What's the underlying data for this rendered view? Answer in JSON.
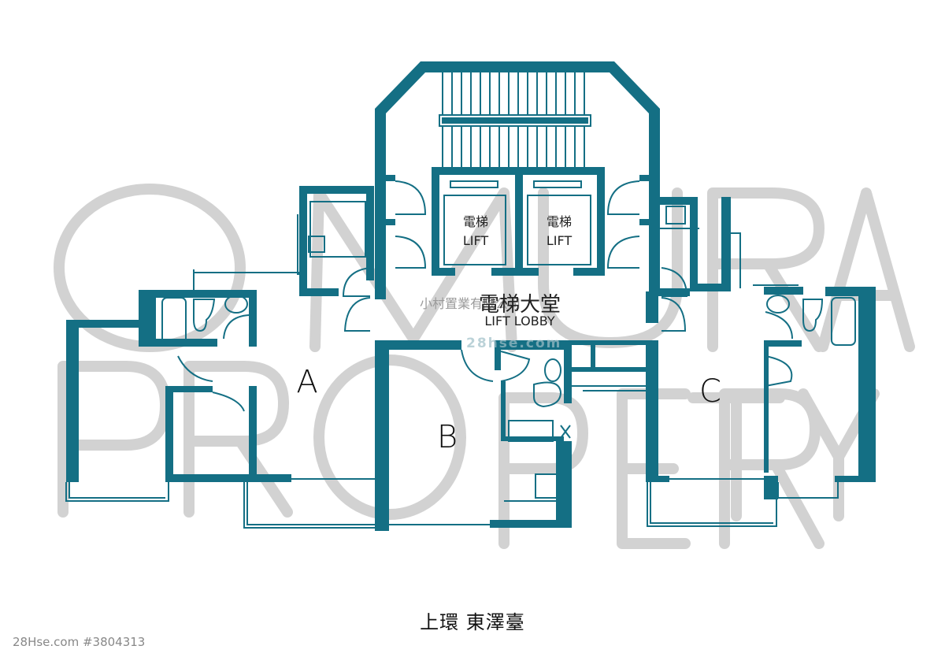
{
  "plan": {
    "caption": "上環 東澤臺",
    "units": [
      {
        "id": "A",
        "label": "A"
      },
      {
        "id": "B",
        "label": "B"
      },
      {
        "id": "C",
        "label": "C"
      }
    ],
    "lifts": [
      {
        "label_cn": "電梯",
        "label_en": "LIFT"
      },
      {
        "label_cn": "電梯",
        "label_en": "LIFT"
      }
    ],
    "lobby": {
      "label_cn": "電梯大堂",
      "label_en": "LIFT LOBBY"
    },
    "colors": {
      "wall": "#146f84",
      "watermark": "#d2d2d2",
      "text": "#111111"
    }
  },
  "watermarks": {
    "brand_line1": "OMURA",
    "brand_line2": "PROPERTY",
    "company": "小村置業有限公司",
    "site": "28hse.com"
  },
  "footer": {
    "listing": "28Hse.com #3804313"
  }
}
